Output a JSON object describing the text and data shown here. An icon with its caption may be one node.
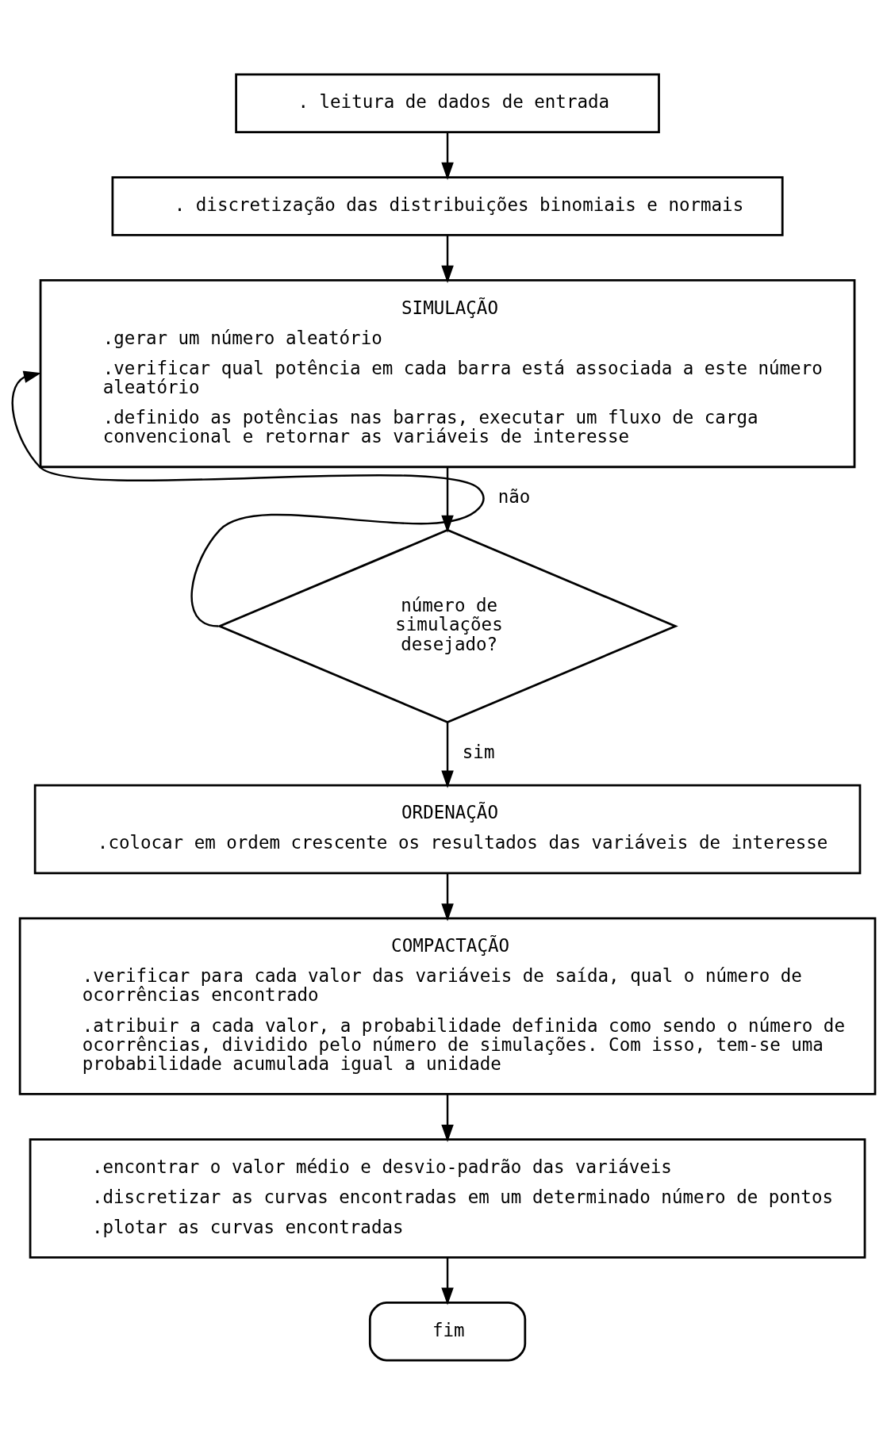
{
  "diagram": {
    "nodes": [
      {
        "text": [
          ". leitura de dados de entrada"
        ]
      },
      {
        "text": [
          ". discretização das distribuições binomiais e normais"
        ]
      },
      {
        "text": [
          "SIMULAÇÃO",
          ".gerar um número aleatório",
          ".verificar qual potência em cada barra está associada a este número aleatório",
          ".definido as potências nas barras, executar um fluxo de carga convencional e retornar as variáveis de interesse"
        ]
      },
      {
        "text": [
          "número de simulações desejado?"
        ]
      },
      {
        "text": [
          "ORDENAÇÃO",
          ".colocar em ordem crescente os resultados das variáveis de interesse"
        ]
      },
      {
        "text": [
          "COMPACTAÇÃO",
          ".verificar para cada valor das variáveis de saída, qual o número de ocorrências encontrado",
          ".atribuir a cada valor, a probabilidade definida como sendo o número de ocorrências, dividido pelo número de simulações. Com isso, tem-se uma probabilidade acumulada igual a unidade"
        ]
      },
      {
        "text": [
          ".encontrar o valor médio e desvio-padrão das variáveis",
          ".discretizar as curvas encontradas em um determinado número de pontos",
          ".plotar as curvas encontradas"
        ]
      },
      {
        "text": [
          "fim"
        ]
      }
    ],
    "edges": [
      {
        "from": 0,
        "to": 1,
        "arrow": "to"
      },
      {
        "from": 1,
        "to": 2,
        "arrow": "to"
      },
      {
        "from": 2,
        "to": 3,
        "arrow": "to"
      },
      {
        "from": 3,
        "to": 2,
        "arrow": "to",
        "label": "não"
      },
      {
        "from": 3,
        "to": 4,
        "arrow": "to",
        "label": "sim"
      },
      {
        "from": 4,
        "to": 5,
        "arrow": "to"
      },
      {
        "from": 5,
        "to": 6,
        "arrow": "to"
      },
      {
        "from": 6,
        "to": 7,
        "arrow": "to"
      }
    ]
  }
}
